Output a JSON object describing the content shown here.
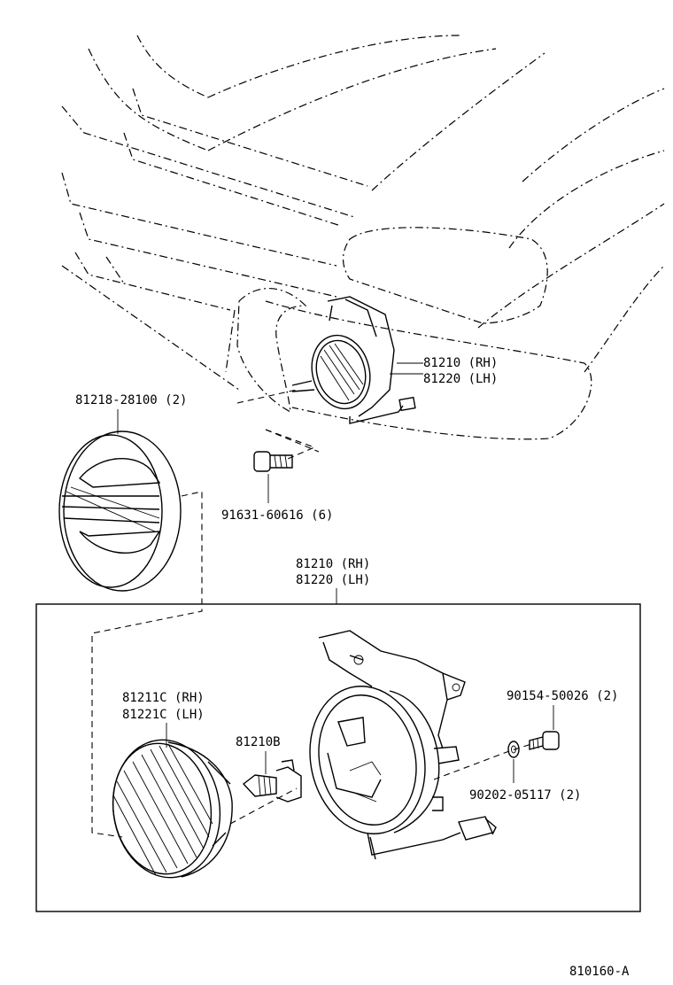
{
  "labels": {
    "fog_lamp_assy_top_rh": "81210 (RH)",
    "fog_lamp_assy_top_lh": "81220 (LH)",
    "cover": "81218-28100 (2)",
    "bolt": "91631-60616 (6)",
    "fog_lamp_assy_mid_rh": "81210 (RH)",
    "fog_lamp_assy_mid_lh": "81220 (LH)",
    "lens_rh": "81211C (RH)",
    "lens_lh": "81221C (LH)",
    "bulb": "81210B",
    "screw": "90154-50026 (2)",
    "washer": "90202-05117 (2)",
    "diagram_code": "810160-A"
  }
}
